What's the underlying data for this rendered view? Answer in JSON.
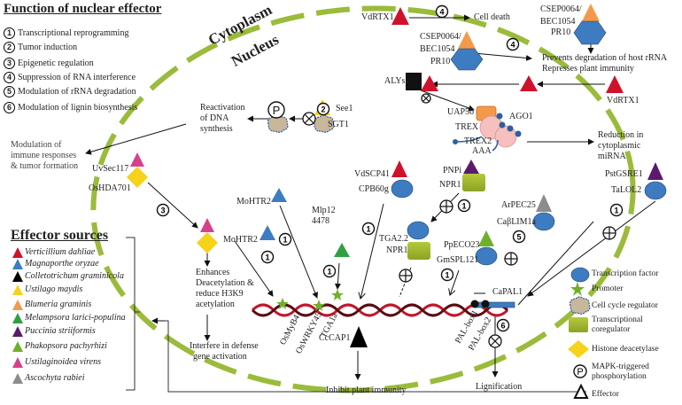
{
  "functions": {
    "title": "Function of nuclear effector",
    "items": [
      {
        "num": "1",
        "label": "Transcriptional reprogramming"
      },
      {
        "num": "2",
        "label": "Tumor induction"
      },
      {
        "num": "3",
        "label": "Epigenetic regulation"
      },
      {
        "num": "4",
        "label": "Suppression of RNA interference"
      },
      {
        "num": "5",
        "label": "Modulation of rRNA degradation"
      },
      {
        "num": "6",
        "label": "Modulation of lignin biosynthesis"
      }
    ]
  },
  "sources": {
    "title": "Effector sources",
    "items": [
      {
        "label": "Verticillium dahliae",
        "color": "#d0112b"
      },
      {
        "label": "Magnaporthe oryzae",
        "color": "#3e7cc1"
      },
      {
        "label": "Colletotrichum graminicola",
        "color": "#000000"
      },
      {
        "label": "Ustilago maydis",
        "color": "#f7d21b"
      },
      {
        "label": "Blumeria graminis",
        "color": "#f39a4a"
      },
      {
        "label": "Melampsora larici-populina",
        "color": "#2ea043"
      },
      {
        "label": "Puccinia striiformis",
        "color": "#5a1a6e"
      },
      {
        "label": "Phakopsora pachyrhizi",
        "color": "#6fb02b"
      },
      {
        "label": "Ustilaginoidea virens",
        "color": "#d6408a"
      },
      {
        "label": "Ascochyta rabiei",
        "color": "#8c8c8c"
      }
    ]
  },
  "compartments": {
    "cytoplasm": "Cytoplasm",
    "nucleus": "Nucleus"
  },
  "labels": {
    "vdrtx1_top": "VdRTX1",
    "cell_death": "Cell death",
    "csep_a": "CSEP0064/",
    "bec_a": "BEC1054",
    "pr10_a": "PR10",
    "csep_b": "CSEP0064/",
    "bec_b": "BEC1054",
    "pr10_b": "PR10",
    "prevents": "Prevents  degradation of host rRNA",
    "represses": "Represses plant immunity",
    "alys": "ALYs",
    "vdrtx1_right": "VdRTX1",
    "uap56": "UAP56",
    "ago1": "AGO1",
    "trex": "TREX",
    "trex2": "TREX2",
    "aaa": "AAA",
    "reduction1": "Reduction in",
    "reduction2": "cytoplasmic",
    "reduction3": "miRNA",
    "reactivation1": "Reactivation",
    "reactivation2": "of DNA",
    "reactivation3": "synthesis",
    "see1": "See1",
    "sgt1": "SGT1",
    "modulation1": "Modulation  of",
    "modulation2": "immune  responses",
    "modulation3": "& tumor  formation",
    "uvsec117": "UvSec117",
    "oshda701": "OsHDA701",
    "mohtr2_a": "MoHTR2",
    "mohtr2_b": "MoHTR2",
    "mlp1": "Mlp12",
    "mlp2": "4478",
    "vdscp41": "VdSCP41",
    "cpb60g": "CPB60g",
    "pnpi": "PNPi",
    "npr1_a": "NPR1",
    "tga22": "TGA2.2",
    "npr1_b": "NPR1",
    "pseco23": "PpECO23",
    "gmspl121": "GmSPL121",
    "arpec25": "ArPEC25",
    "calim1a": "CaβLIM1a",
    "pstgsre1": "PstGSRE1",
    "talol2": "TaLOL2",
    "capal1": "CaPAL1",
    "enh1": "Enhances",
    "enh2": "Deacetylation &",
    "enh3": "reduce H3K9",
    "enh4": "acetylation",
    "interfere1": "Interfere in defense",
    "interfere2": "gene activation",
    "osmyb4": "OsMyB4",
    "oswrky45": "OsWRKY45",
    "tga1a": "TGA1a",
    "palbox1": "PAL-box1",
    "palbox2": "PAL-box2",
    "ccap1": "CcCAP1",
    "inhibit": "Inhibit plant immunity",
    "lignification": "Lignification"
  },
  "legend": {
    "items": [
      {
        "icon": "transcription-factor-icon",
        "label": "Transcription factor"
      },
      {
        "icon": "promoter-star-icon",
        "label": "Promoter"
      },
      {
        "icon": "cell-cycle-regulator-icon",
        "label": "Cell cycle regulator"
      },
      {
        "icon": "coregulator-icon",
        "label": "Transcriptional coregulator"
      },
      {
        "icon": "histone-deacetylase-icon",
        "label": "Histone deacetylase"
      },
      {
        "icon": "phosphorylation-icon",
        "label": "MAPK-triggered phosphorylation"
      },
      {
        "icon": "effector-triangle-icon",
        "label": "Effector"
      }
    ]
  },
  "colors": {
    "membrane": "#9bbb3b",
    "tf_blue": "#3e7cc1",
    "dna_red": "#c0182b",
    "dna_dark": "#5a0d14",
    "coreg_green": "#9ab52c",
    "hdac_yellow": "#f7d21b",
    "cell_cycle": "#c9b79c"
  }
}
